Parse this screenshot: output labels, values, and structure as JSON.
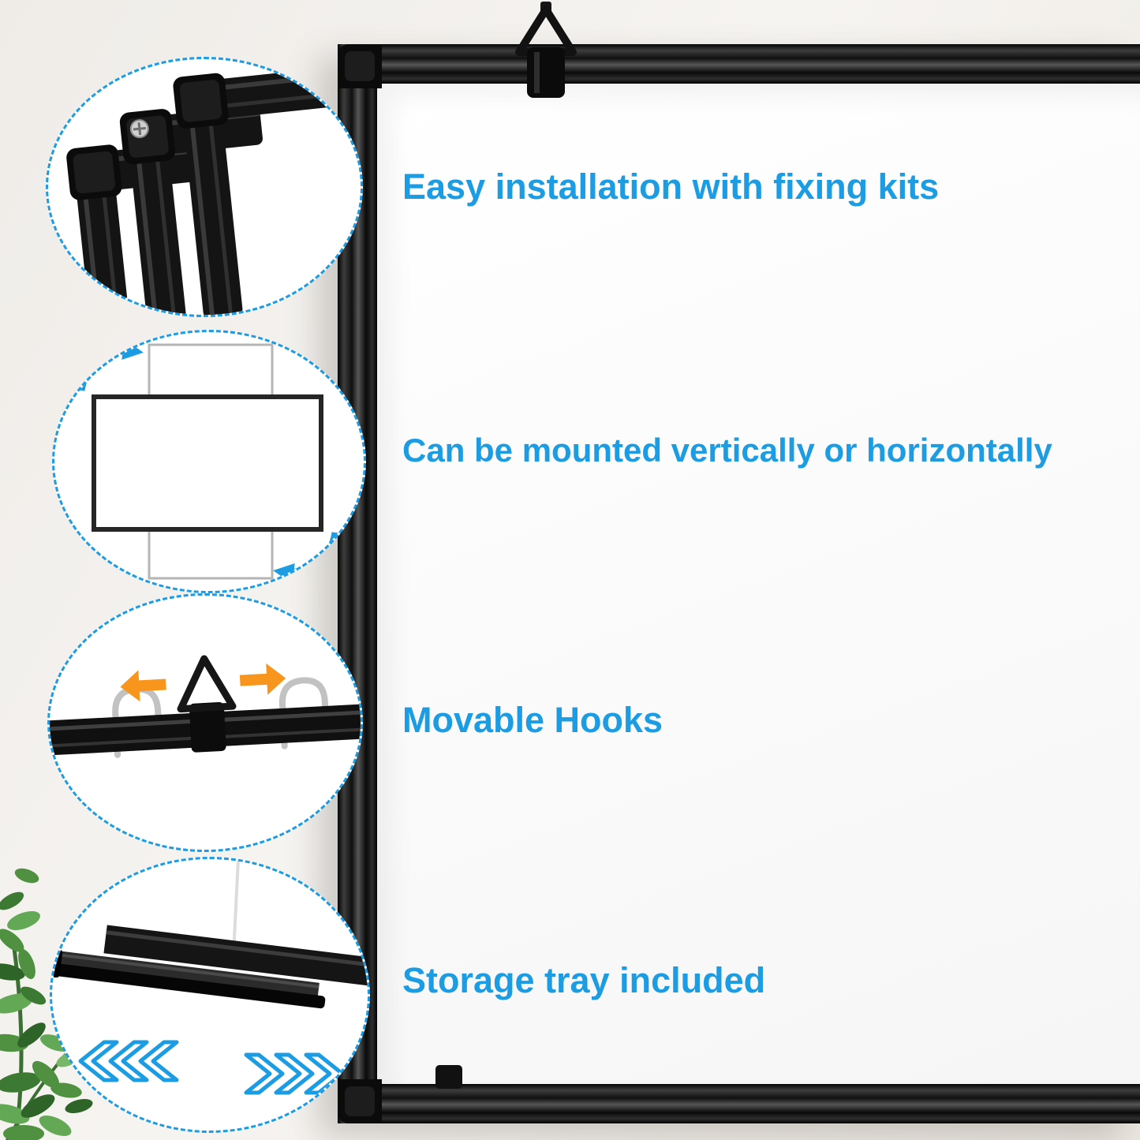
{
  "features": [
    {
      "id": "fixing-kits",
      "label": "Easy installation with fixing kits",
      "icon": "frame-corner-fixing-kit-icon"
    },
    {
      "id": "mount-orientation",
      "label": "Can be mounted vertically or horizontally",
      "icon": "rotate-board-icon"
    },
    {
      "id": "movable-hooks",
      "label": "Movable Hooks",
      "icon": "movable-hooks-icon"
    },
    {
      "id": "storage-tray",
      "label": "Storage tray included",
      "icon": "storage-tray-icon"
    }
  ],
  "colors": {
    "accent_blue": "#1b9ce3",
    "arrow_orange": "#f8951d",
    "frame_black": "#141414",
    "board_white": "#ffffff",
    "wall": "#f2efeb"
  }
}
